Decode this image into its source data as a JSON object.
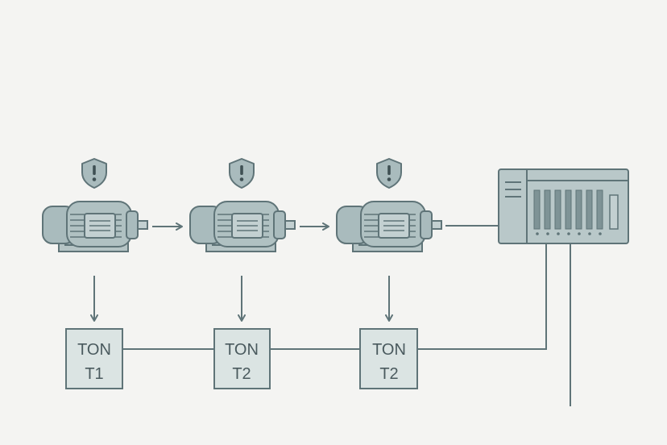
{
  "colors": {
    "background": "#f4f4f2",
    "stroke": "#5f7478",
    "motor_fill": "#a9bbbd",
    "motor_dark": "#8fa3a6",
    "motor_light": "#c3d0d1",
    "timer_fill": "#dbe4e3",
    "plc_fill": "#b9c8c9",
    "plc_dark": "#7e9396",
    "text": "#4a5a5e"
  },
  "icons": {
    "shield": "shield-warning-icon",
    "motor": "electric-motor-icon",
    "plc": "plc-controller-icon",
    "arrow": "arrow-icon"
  },
  "motors": [
    {
      "id": "motor-1"
    },
    {
      "id": "motor-2"
    },
    {
      "id": "motor-3"
    }
  ],
  "timers": [
    {
      "type": "TON",
      "name": "T1"
    },
    {
      "type": "TON",
      "name": "T2"
    },
    {
      "type": "TON",
      "name": "T2"
    }
  ]
}
